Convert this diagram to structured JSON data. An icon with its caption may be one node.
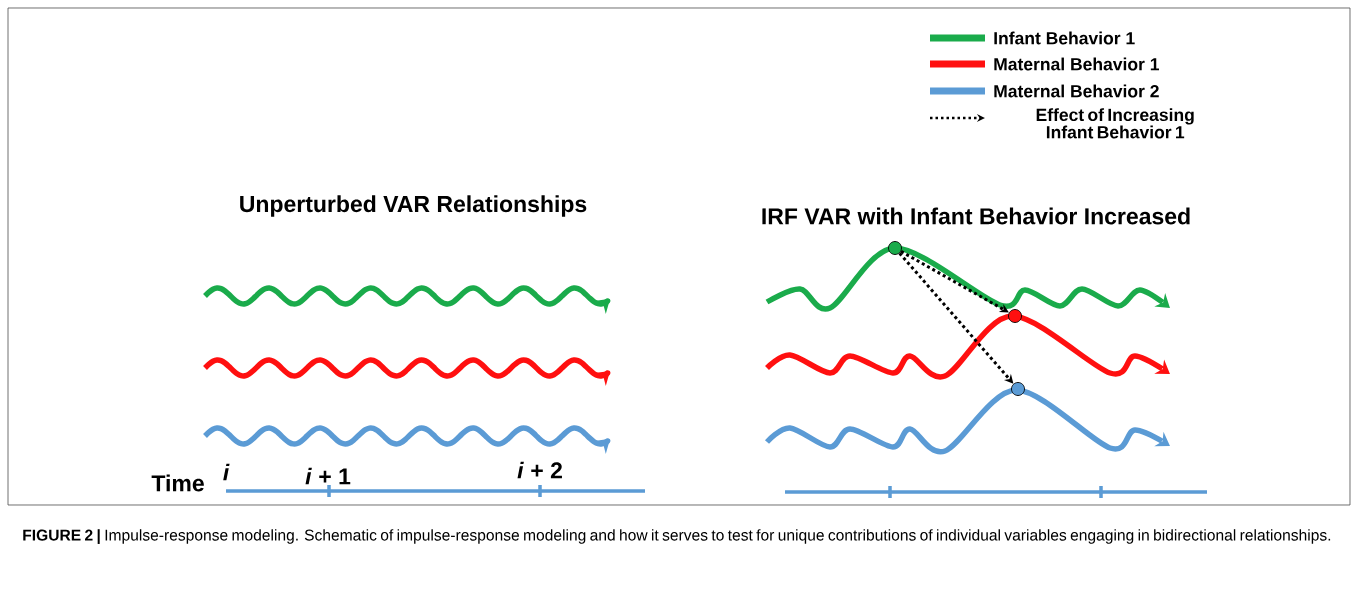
{
  "diagram": {
    "caption": "**FIGURE 2 |** Impulse-response modeling. Schematic of impulse-response modeling and how it serves to test for unique contributions of individual variables engaging in bidirectional relationships.",
    "nodes": [
      {
        "text": [],
        "shape": "circle"
      },
      {
        "text": [],
        "shape": "circle"
      },
      {
        "text": [],
        "shape": "circle"
      }
    ],
    "edges": [
      {
        "from": 0,
        "to": 1,
        "arrow": "to",
        "style": "dashed"
      },
      {
        "from": 0,
        "to": 2,
        "arrow": "to",
        "style": "dashed"
      }
    ],
    "labels": [
      "Unperturbed VAR Relationships",
      "IRF VAR with Infant Behavior Increased",
      "Time",
      "i",
      "*i* + 1",
      "*i* + 2"
    ],
    "legend": [
      {
        "text": "Infant Behavior 1",
        "color": "#1aab4b"
      },
      {
        "text": "Maternal Behavior 1",
        "color": "#ff1010"
      },
      {
        "text": "Maternal Behavior 2",
        "color": "#5b9bd5"
      },
      {
        "text": "Effect of Increasing Infant Behavior 1"
      }
    ]
  }
}
